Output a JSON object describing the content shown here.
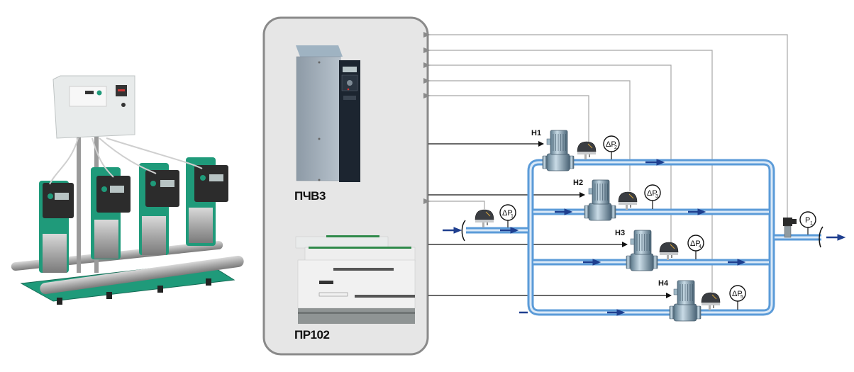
{
  "diagram": {
    "title": "Pump station control scheme",
    "colors": {
      "panel_bg": "#e6e6e6",
      "panel_border": "#8a8a8a",
      "pipe_outer": "#5b9bd8",
      "pipe_inner": "#dbe9f7",
      "flow_arrow": "#1f3f8f",
      "signal_line": "#111111",
      "feedback_line": "#a8a8a8",
      "pump_station_green": "#1f9a7a"
    },
    "controllers": [
      {
        "id": "vfd",
        "label": "ПЧВ3",
        "kind": "frequency-converter"
      },
      {
        "id": "plc",
        "label": "ПР102",
        "kind": "programmable-relay"
      }
    ],
    "pumps": [
      {
        "id": "H1",
        "label": "H1"
      },
      {
        "id": "H2",
        "label": "H2"
      },
      {
        "id": "H3",
        "label": "H3"
      },
      {
        "id": "H4",
        "label": "H4"
      }
    ],
    "gauges": [
      {
        "id": "dP1",
        "symbol": "ΔP",
        "sub": "1"
      },
      {
        "id": "dP2",
        "symbol": "ΔP",
        "sub": "2"
      },
      {
        "id": "dP3",
        "symbol": "ΔP",
        "sub": "3"
      },
      {
        "id": "dP4",
        "symbol": "ΔP",
        "sub": "4"
      },
      {
        "id": "dP5",
        "symbol": "ΔP",
        "sub": "5"
      },
      {
        "id": "P1",
        "symbol": "P",
        "sub": "1"
      }
    ],
    "feedback_signals": 6,
    "control_signals": 4
  }
}
